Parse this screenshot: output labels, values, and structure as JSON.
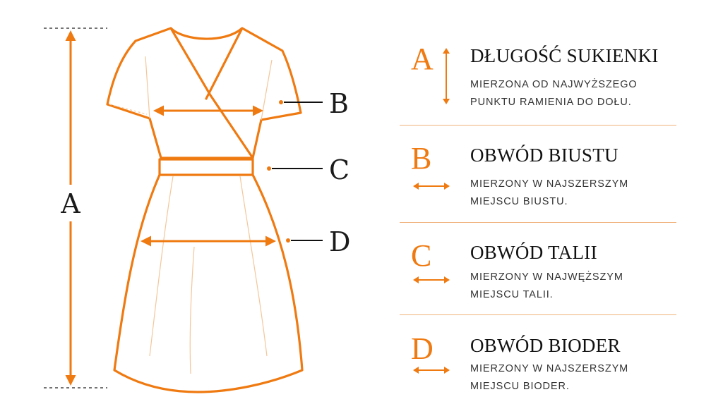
{
  "colors": {
    "accent": "#ef7a11",
    "ink": "#111111",
    "guide": "#222222",
    "divider": "#f0b37c"
  },
  "diagram_labels": {
    "a": "A",
    "b": "B",
    "c": "C",
    "d": "D"
  },
  "sections": [
    {
      "letter": "A",
      "title": "DŁUGOŚĆ SUKIENKI",
      "desc": "MIERZONA OD NAJWYŻSZEGO PUNKTU RAMIENIA DO DOŁU.",
      "icon": "vertical-double-arrow-icon"
    },
    {
      "letter": "B",
      "title": "OBWÓD BIUSTU",
      "desc": "MIERZONY W NAJSZERSZYM MIEJSCU BIUSTU.",
      "icon": "horizontal-double-arrow-icon"
    },
    {
      "letter": "C",
      "title": "OBWÓD TALII",
      "desc": "MIERZONY W NAJWĘŻSZYM MIEJSCU TALII.",
      "icon": "horizontal-double-arrow-icon"
    },
    {
      "letter": "D",
      "title": "OBWÓD BIODER",
      "desc": "MIERZONY W NAJSZERSZYM MIEJSCU BIODER.",
      "icon": "horizontal-double-arrow-icon"
    }
  ]
}
